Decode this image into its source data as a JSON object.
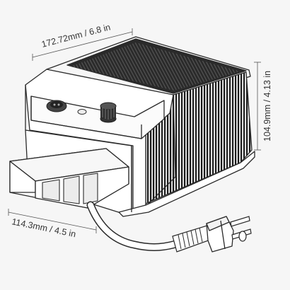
{
  "dimensions": {
    "depth": "172.72mm / 6.8 in",
    "height": "104.9mm / 4.13 in",
    "width": "114.3mm / 4.5 in"
  },
  "colors": {
    "background": "#f6f6f6",
    "line": "#2a2a2a",
    "dimension_text": "#333333",
    "fin_fill": "#1c1c1c"
  }
}
